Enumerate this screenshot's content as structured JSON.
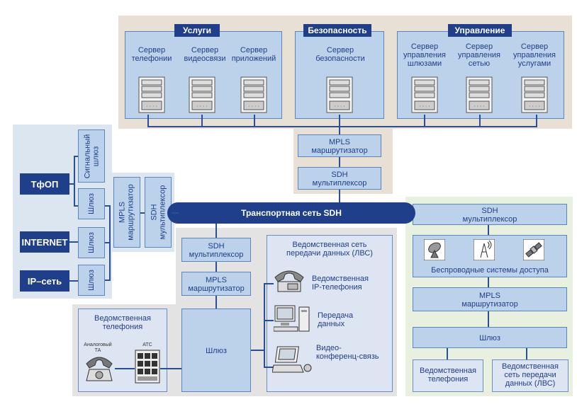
{
  "groups": {
    "services": "Услуги",
    "security": "Безопасность",
    "management": "Управление"
  },
  "servers": {
    "telephony": "Сервер\nтелефонии",
    "video": "Сервер\nвидеосвязи",
    "apps": "Сервер\nприложений",
    "security": "Сервер\nбезопасности",
    "gateways": "Сервер\nуправления\nшлюзами",
    "network": "Сервер\nуправления\nсетью",
    "services": "Сервер\nуправления\nуслугами"
  },
  "core": {
    "mpls": "MPLS\nмаршрутизатор",
    "sdh": "SDH\nмультиплексор"
  },
  "transport": "Транспортная сеть SDH",
  "left": {
    "tfop": "ТфОП",
    "internet": "INTERNET",
    "ip": "IP–сеть",
    "signal_gateway": "Сигнальный\nшлюз",
    "gateway1": "Шлюз",
    "gateway2": "Шлюз",
    "gateway3": "Шлюз",
    "mpls": "MPLS\nмаршрутизатор",
    "sdh": "SDH\nмультиплексор"
  },
  "center": {
    "sdh": "SDH\nмультиплексор",
    "mpls": "MPLS\nмаршрутизатор",
    "gateway": "Шлюз",
    "lan_title": "Ведомственная сеть\nпередачи данных (ЛВС)",
    "ip_phone": "Ведомственная\nIP-телефония",
    "data": "Передача\nданных",
    "video": "Видео-\nконференц-связь",
    "tel_title": "Ведомственная\nтелефония",
    "analog": "Аналоговый\nТА",
    "ats": "АТС"
  },
  "right": {
    "sdh": "SDH\nмультиплексор",
    "wireless": "Беспроводные системы доступа",
    "mpls": "MPLS\nмаршрутизатор",
    "gateway": "Шлюз",
    "telephony": "Ведомственная\nтелефония",
    "lan": "Ведомственная\nсеть передачи\nданных (ЛВС)"
  },
  "colors": {
    "dark_blue": "#1f3f8a",
    "box_blue": "#bcd2ea",
    "top_bg": "#e8e0d4",
    "left_bg": "#dbe6f1",
    "center_bg": "#e3e3e3",
    "right_bg": "#e8f0e0"
  }
}
